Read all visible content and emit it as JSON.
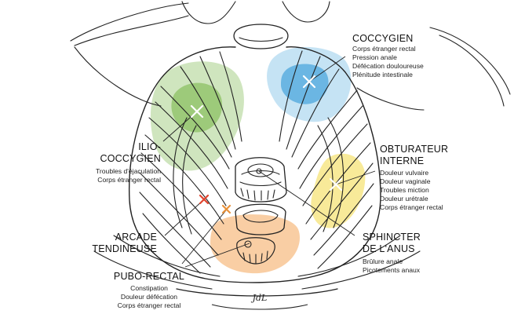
{
  "labels": {
    "coccygien": {
      "title": [
        "COCCYGIEN"
      ],
      "items": [
        "Corps étranger rectal",
        "Pression anale",
        "Défécation douloureuse",
        "Plénitude intestinale"
      ]
    },
    "ilio_coccygien": {
      "title": [
        "ILIO-",
        "COCCYGIEN"
      ],
      "items": [
        "Troubles d'éjaculation",
        "Corps étranger rectal"
      ]
    },
    "obturateur_interne": {
      "title": [
        "OBTURATEUR",
        "INTERNE"
      ],
      "items": [
        "Douleur vulvaire",
        "Douleur vaginale",
        "Troubles miction",
        "Douleur urétrale",
        "Corps étranger rectal"
      ]
    },
    "arcade_tendineuse": {
      "title": [
        "ARCADE",
        "TENDINEUSE"
      ],
      "items": []
    },
    "sphincter_anus": {
      "title": [
        "SPHINCTER",
        "DE L'ANUS"
      ],
      "items": [
        "Brûlure anale",
        "Picotements anaux"
      ]
    },
    "pubo_rectal": {
      "title": [
        "PUBO-RECTAL"
      ],
      "items": [
        "Constipation",
        "Douleur défécation",
        "Corps étranger rectal"
      ]
    }
  },
  "signature": "JdL",
  "colors": {
    "coccygien": "#5aaedf",
    "ilio_coccygien": "#8cc063",
    "obturateur_interne": "#f3dc55",
    "pubo_rectal": "#f4a55a",
    "arcade_marker": "#e0452f",
    "pubo_marker": "#e8913a",
    "outline": "#222222"
  }
}
